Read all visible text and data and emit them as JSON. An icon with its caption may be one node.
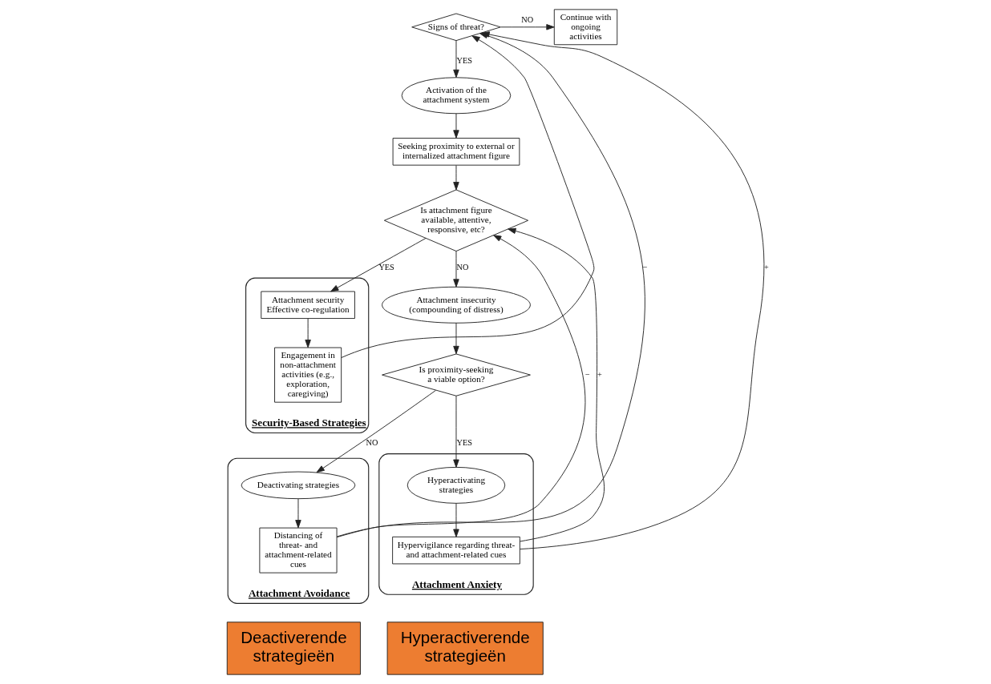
{
  "diagram": {
    "nodes": [
      {
        "text": [
          "Signs of threat?"
        ]
      },
      {
        "text": [
          "Continue with ongoing activities"
        ]
      },
      {
        "text": [
          "Activation of the attachment system"
        ]
      },
      {
        "text": [
          "Seeking proximity to external or internalized attachment figure"
        ]
      },
      {
        "text": [
          "Is attachment figure available, attentive, responsive, etc?"
        ]
      },
      {
        "text": [
          "Security-Based Strategies"
        ]
      },
      {
        "text": [
          "Attachment security Effective co-regulation"
        ],
        "in": 5
      },
      {
        "text": [
          "Engagement in non-attachment activities (e.g., exploration, caregiving)"
        ],
        "in": 5
      },
      {
        "text": [
          "Attachment insecurity (compounding of distress)"
        ]
      },
      {
        "text": [
          "Is proximity-seeking a viable option?"
        ]
      },
      {
        "text": [
          "Attachment Avoidance"
        ]
      },
      {
        "text": [
          "Deactivating strategies"
        ],
        "in": 10
      },
      {
        "text": [
          "Distancing of threat- and attachment-related cues"
        ],
        "in": 10
      },
      {
        "text": [
          "Attachment Anxiety"
        ]
      },
      {
        "text": [
          "Hyperactivating strategies"
        ],
        "in": 13
      },
      {
        "text": [
          "Hypervigilance regarding threat- and attachment-related cues"
        ],
        "in": 13
      },
      {
        "text": [
          "Deactiverende strategieën"
        ]
      },
      {
        "text": [
          "Hyperactiverende strategieën"
        ]
      }
    ],
    "edges": [
      {
        "from": 0,
        "to": 1,
        "arrow": "to",
        "label": "NO"
      },
      {
        "from": 0,
        "to": 2,
        "arrow": "to",
        "label": "YES"
      },
      {
        "from": 2,
        "to": 3,
        "arrow": "to"
      },
      {
        "from": 3,
        "to": 4,
        "arrow": "to"
      },
      {
        "from": 4,
        "to": 6,
        "arrow": "to",
        "label": "YES"
      },
      {
        "from": 6,
        "to": 7,
        "arrow": "to"
      },
      {
        "from": 7,
        "to": 0,
        "arrow": "to"
      },
      {
        "from": 4,
        "to": 8,
        "arrow": "to",
        "label": "NO"
      },
      {
        "from": 8,
        "to": 9,
        "arrow": "to"
      },
      {
        "from": 9,
        "to": 11,
        "arrow": "to",
        "label": "NO"
      },
      {
        "from": 11,
        "to": 12,
        "arrow": "to"
      },
      {
        "from": 9,
        "to": 14,
        "arrow": "to",
        "label": "YES"
      },
      {
        "from": 14,
        "to": 15,
        "arrow": "to"
      },
      {
        "from": 15,
        "to": 0,
        "arrow": "to",
        "label": "+"
      },
      {
        "from": 15,
        "to": 4,
        "arrow": "to",
        "label": "+"
      },
      {
        "from": 12,
        "to": 0,
        "arrow": "to",
        "label": "−"
      },
      {
        "from": 12,
        "to": 4,
        "arrow": "to",
        "label": "−"
      }
    ]
  }
}
